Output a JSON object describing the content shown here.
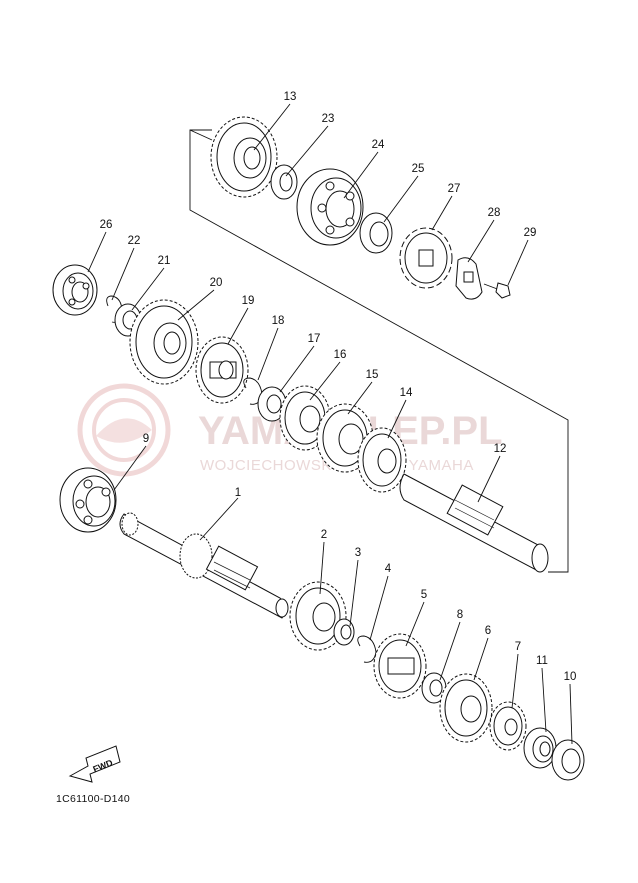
{
  "diagram": {
    "code": "1C61100-D140",
    "fwd_label": "FWD",
    "watermark_main": "YAMASKLEP.PL",
    "watermark_sub": "WOJCIECHOWSKI DEALER YAMAHA"
  },
  "callouts": [
    {
      "n": "1"
    },
    {
      "n": "2"
    },
    {
      "n": "3"
    },
    {
      "n": "4"
    },
    {
      "n": "5"
    },
    {
      "n": "6"
    },
    {
      "n": "7"
    },
    {
      "n": "8"
    },
    {
      "n": "9"
    },
    {
      "n": "10"
    },
    {
      "n": "11"
    },
    {
      "n": "12"
    },
    {
      "n": "13"
    },
    {
      "n": "14"
    },
    {
      "n": "15"
    },
    {
      "n": "16"
    },
    {
      "n": "17"
    },
    {
      "n": "18"
    },
    {
      "n": "19"
    },
    {
      "n": "20"
    },
    {
      "n": "21"
    },
    {
      "n": "22"
    },
    {
      "n": "23"
    },
    {
      "n": "24"
    },
    {
      "n": "25"
    },
    {
      "n": "26"
    },
    {
      "n": "27"
    },
    {
      "n": "28"
    },
    {
      "n": "29"
    }
  ]
}
